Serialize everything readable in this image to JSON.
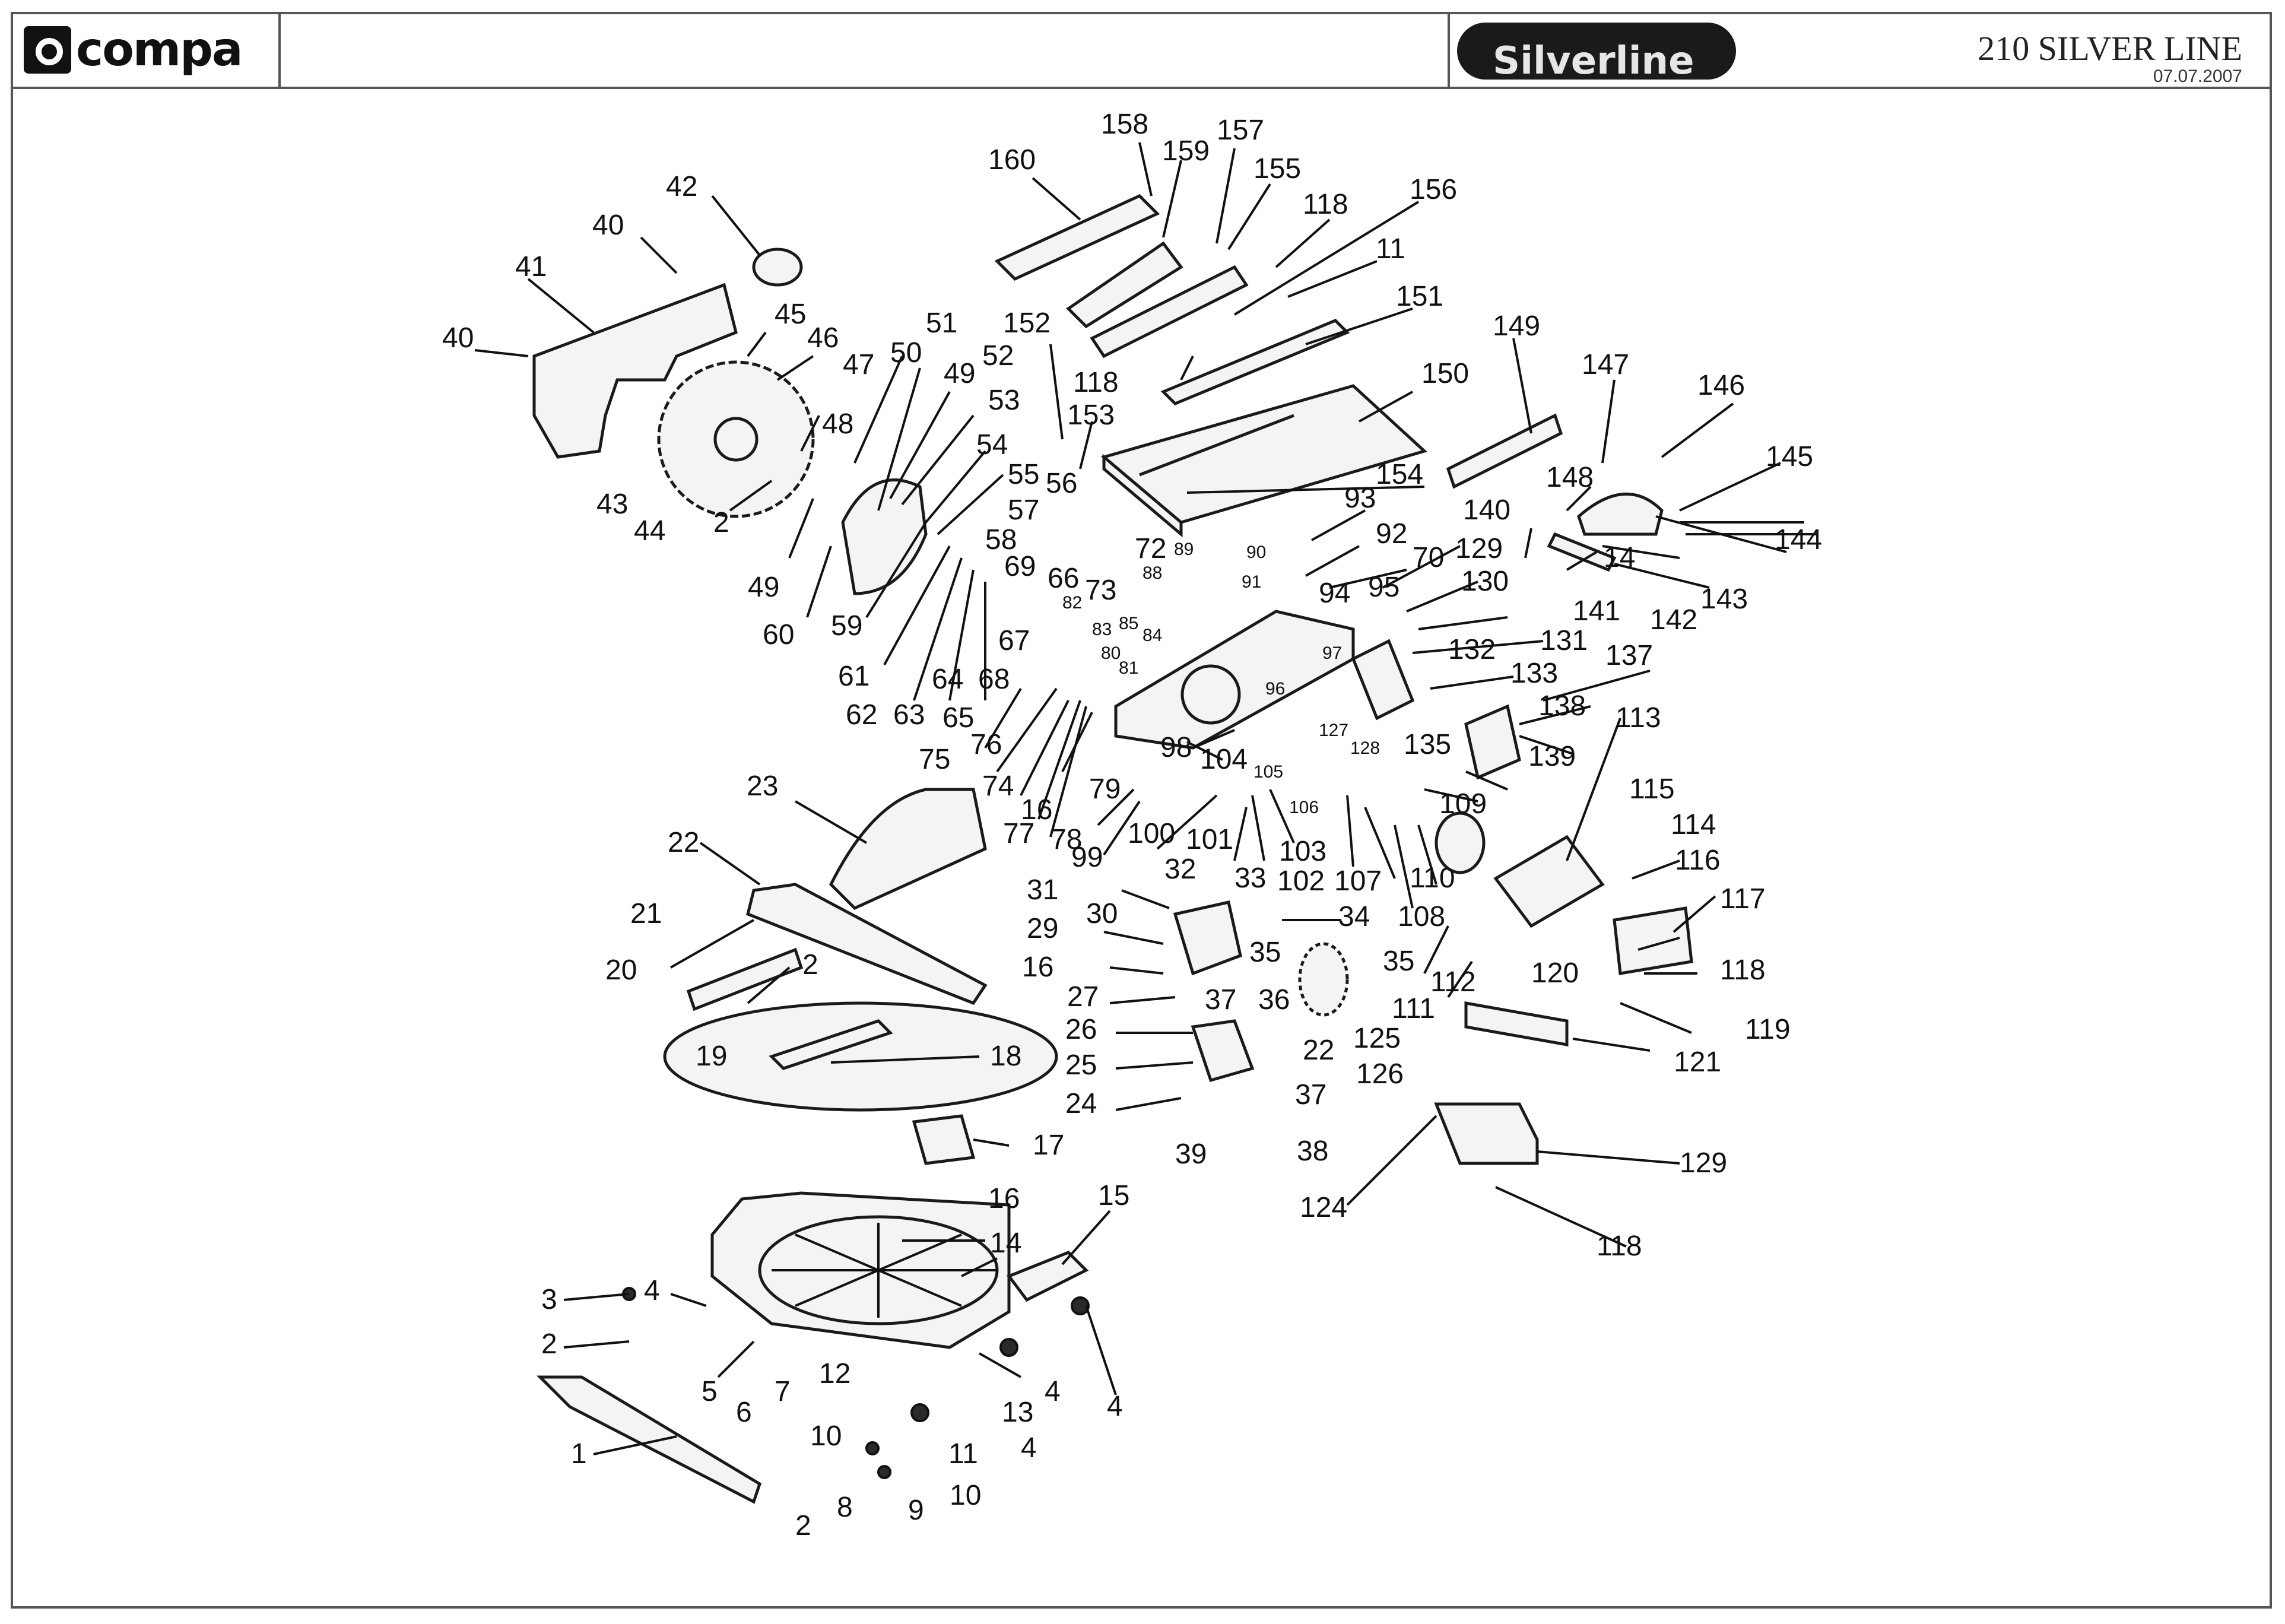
{
  "header": {
    "logo_text": "compa",
    "brand": "Silverline",
    "model": "210 SILVER LINE",
    "date": "07.07.2007"
  },
  "labels": [
    "1",
    "2",
    "3",
    "4",
    "5",
    "6",
    "7",
    "8",
    "9",
    "10",
    "11",
    "12",
    "13",
    "14",
    "15",
    "16",
    "17",
    "18",
    "19",
    "20",
    "21",
    "22",
    "23",
    "24",
    "25",
    "26",
    "27",
    "29",
    "30",
    "31",
    "32",
    "33",
    "34",
    "35",
    "36",
    "37",
    "38",
    "39",
    "40",
    "41",
    "42",
    "43",
    "44",
    "45",
    "46",
    "47",
    "48",
    "49",
    "50",
    "51",
    "52",
    "53",
    "54",
    "55",
    "56",
    "57",
    "58",
    "59",
    "60",
    "61",
    "62",
    "63",
    "64",
    "65",
    "66",
    "67",
    "68",
    "69",
    "70",
    "72",
    "73",
    "74",
    "75",
    "76",
    "77",
    "78",
    "79",
    "80",
    "81",
    "82",
    "83",
    "84",
    "85",
    "88",
    "89",
    "90",
    "91",
    "92",
    "93",
    "94",
    "95",
    "96",
    "97",
    "98",
    "99",
    "100",
    "101",
    "102",
    "103",
    "104",
    "105",
    "106",
    "107",
    "108",
    "109",
    "110",
    "111",
    "112",
    "113",
    "114",
    "115",
    "116",
    "117",
    "118",
    "119",
    "120",
    "121",
    "124",
    "125",
    "126",
    "127",
    "128",
    "129",
    "130",
    "131",
    "132",
    "133",
    "135",
    "137",
    "138",
    "139",
    "140",
    "141",
    "142",
    "143",
    "144",
    "145",
    "146",
    "147",
    "148",
    "149",
    "150",
    "151",
    "152",
    "153",
    "154",
    "155",
    "156",
    "157",
    "158",
    "159",
    "160"
  ]
}
